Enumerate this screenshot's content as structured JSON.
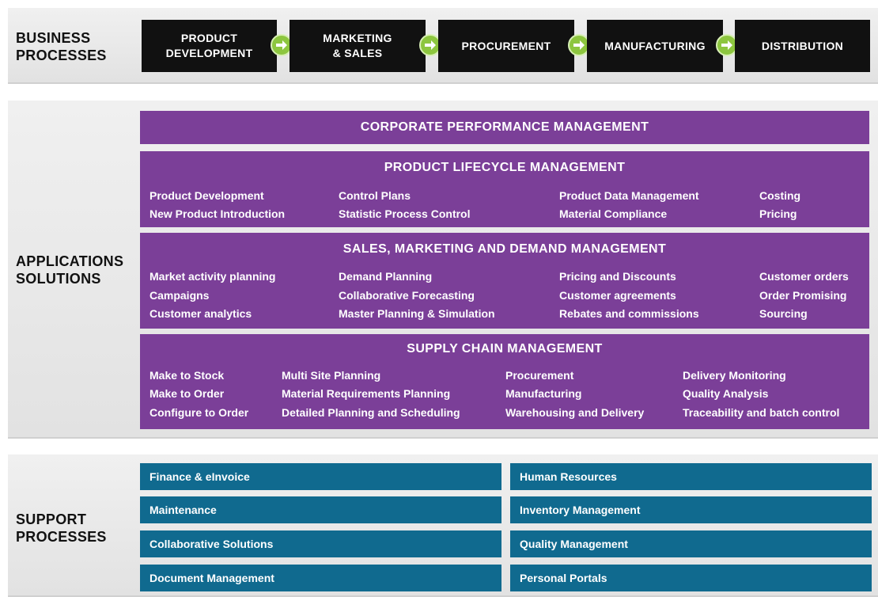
{
  "business": {
    "label": "BUSINESS\nPROCESSES",
    "steps": [
      "PRODUCT\nDEVELOPMENT",
      "MARKETING\n& SALES",
      "PROCUREMENT",
      "MANUFACTURING",
      "DISTRIBUTION"
    ],
    "arrow_color": "#8dc63f"
  },
  "applications": {
    "label": "APPLICATIONS\nSOLUTIONS",
    "color": "#7b3f98",
    "cpm": {
      "title": "CORPORATE PERFORMANCE MANAGEMENT"
    },
    "plm": {
      "title": "PRODUCT LIFECYCLE MANAGEMENT",
      "columns": [
        [
          "Product Development",
          "New Product Introduction"
        ],
        [
          "Control Plans",
          "Statistic Process Control"
        ],
        [
          "Product Data Management",
          "Material Compliance"
        ],
        [
          "Costing",
          "Pricing"
        ]
      ]
    },
    "smd": {
      "title": "SALES, MARKETING AND DEMAND MANAGEMENT",
      "columns": [
        [
          "Market activity planning",
          "Campaigns",
          "Customer analytics"
        ],
        [
          "Demand Planning",
          "Collaborative Forecasting",
          "Master Planning & Simulation"
        ],
        [
          "Pricing and Discounts",
          "Customer agreements",
          "Rebates and commissions"
        ],
        [
          "Customer orders",
          "Order Promising",
          "Sourcing"
        ]
      ]
    },
    "scm": {
      "title": "SUPPLY CHAIN MANAGEMENT",
      "columns": [
        [
          "Make to Stock",
          "Make to Order",
          "Configure to Order"
        ],
        [
          "Multi Site Planning",
          "Material Requirements Planning",
          "Detailed Planning and Scheduling"
        ],
        [
          "Procurement",
          "Manufacturing",
          "Warehousing and Delivery"
        ],
        [
          "Delivery Monitoring",
          "Quality Analysis",
          "Traceability and batch control"
        ]
      ]
    }
  },
  "support": {
    "label": "SUPPORT\nPROCESSES",
    "color": "#106a8f",
    "left": [
      "Finance & eInvoice",
      "Maintenance",
      "Collaborative Solutions",
      "Document Management"
    ],
    "right": [
      "Human Resources",
      "Inventory Management",
      "Quality Management",
      "Personal Portals"
    ]
  }
}
